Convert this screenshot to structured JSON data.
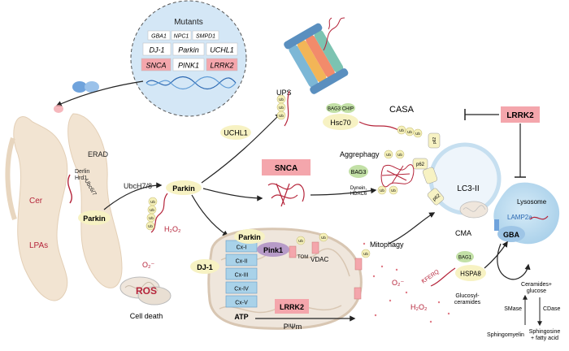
{
  "mutants": {
    "title": "Mutants",
    "small_genes": [
      "GBA1",
      "NPC1",
      "SMPD1"
    ],
    "genes_row1": [
      "DJ-1",
      "Parkin",
      "UCHL1"
    ],
    "genes_row2": [
      "SNCA",
      "PINK1",
      "LRRK2"
    ]
  },
  "er": {
    "erad": "ERAD",
    "derlin_hrd1": "Derlin\nHrd1",
    "ubc67": "Ubc6/7",
    "parkin": "Parkin",
    "cer": "Cer",
    "lpas": "LPAs"
  },
  "center": {
    "ubch78": "UbcH7/8",
    "parkin": "Parkin",
    "uchl1": "UCHL1",
    "ups": "UPS",
    "snca": "SNCA",
    "aggrephagy": "Aggrephagy",
    "bag3": "BAG3",
    "dynein": "Dynein,\nHDAC6"
  },
  "casa": {
    "label": "CASA",
    "bag3": "BAG3",
    "chip": "CHIP",
    "hsc70": "Hsc70",
    "lrrk2": "LRRK2"
  },
  "autophagy": {
    "lc3": "LC3-II",
    "p62": "p62",
    "mitophagy": "Mitophagy",
    "lysosome": "Lysosome",
    "lamp2a": "LAMP2a",
    "gba": "GBA",
    "cma": "CMA",
    "bag1": "BAG1",
    "hspa8": "HSPA8",
    "kferq": "KFERQ"
  },
  "lipids": {
    "glucosylceramides": "Glucosyl-\nceramides",
    "ceramides_glucose": "Ceramides+\nglucose",
    "smase": "SMase",
    "cdase": "CDase",
    "sphingomyelin": "Sphingomyelin",
    "sphingosine": "Sphingosine\n+ fatty acid"
  },
  "mito": {
    "parkin": "Parkin",
    "pink1": "Pink1",
    "tom": "TOM",
    "vdac": "VDAC",
    "dj1": "DJ-1",
    "complexes": [
      "Cx-I",
      "Cx-II",
      "Cx-III",
      "Cx-IV",
      "Cx-V"
    ],
    "atp": "ATP",
    "lrrk2": "LRRK2",
    "psi": "PᴵΨm"
  },
  "ros": {
    "h2o2_left": "H₂O₂",
    "o2_left": "O₂⁻",
    "ros": "ROS",
    "cell_death": "Cell death",
    "o2_right": "O₂⁻",
    "h2o2_right": "H₂O₂"
  },
  "ub": "Ub",
  "colors": {
    "accent_red": "#b5243a",
    "highlight_pink": "#f4a6ac",
    "parkin_yellow": "#f7f2c3",
    "ub_yellow": "#f5f0b9",
    "complex_blue": "#a9d2e9",
    "er_beige": "#f2e4d2",
    "circle_blue": "#d4e7f6",
    "bag_green": "#c2e0a6"
  }
}
